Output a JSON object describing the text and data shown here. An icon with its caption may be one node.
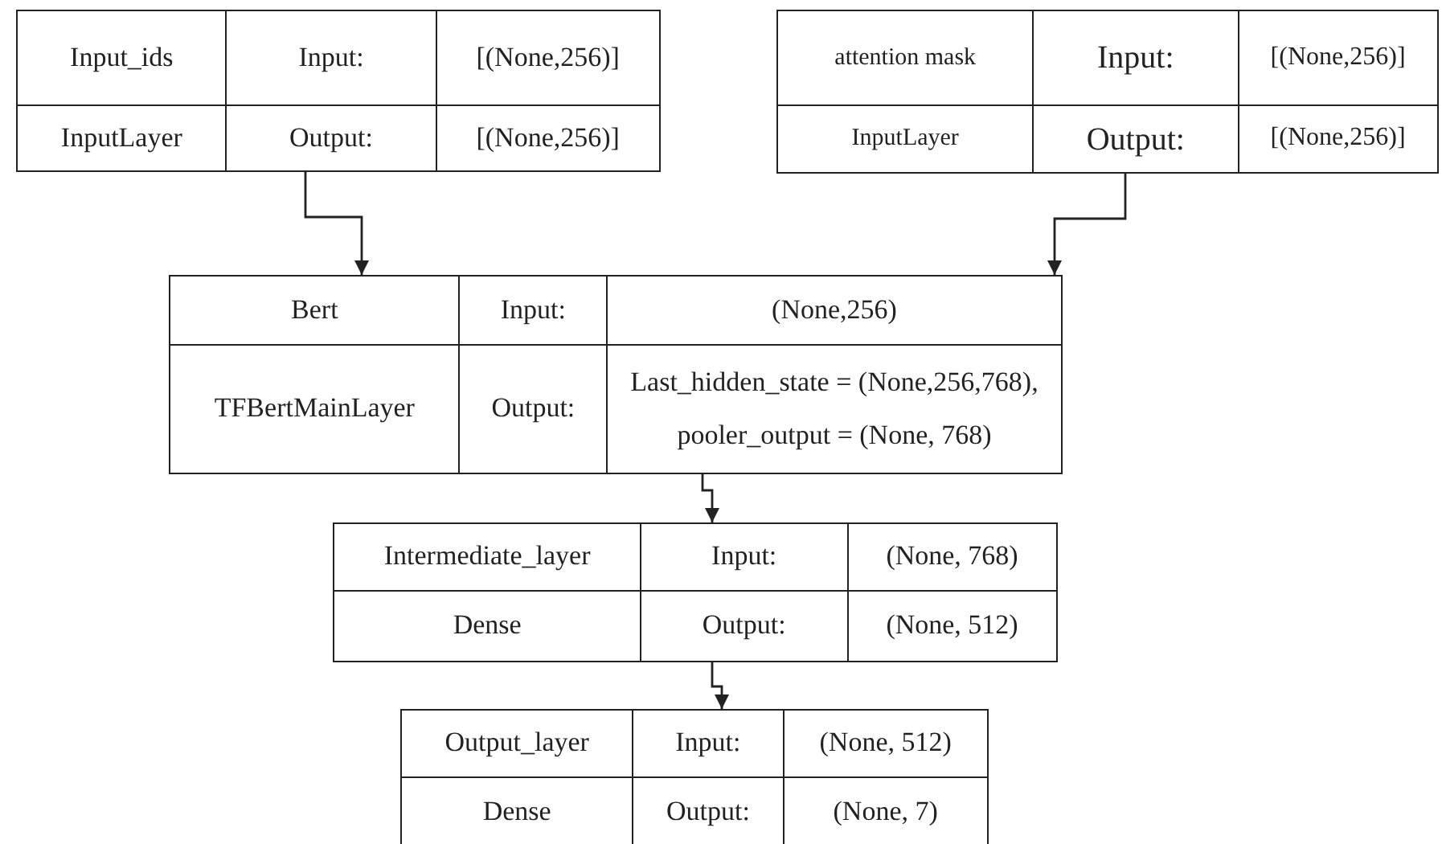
{
  "diagram": {
    "nodes": [
      {
        "text": [
          "Input_ids",
          "Input:",
          "[(None,256)]",
          "InputLayer",
          "Output:",
          "[(None,256)]"
        ]
      },
      {
        "text": [
          "attention mask",
          "Input:",
          "[(None,256)]",
          "InputLayer",
          "Output:",
          "[(None,256)]"
        ]
      },
      {
        "text": [
          "Bert",
          "Input:",
          "(None,256)",
          "TFBertMainLayer",
          "Output:",
          "Last_hidden_state = (None,256,768), pooler_output = (None, 768)"
        ]
      },
      {
        "text": [
          "Intermediate_layer",
          "Input:",
          "(None, 768)",
          "Dense",
          "Output:",
          "(None, 512)"
        ]
      },
      {
        "text": [
          "Output_layer",
          "Input:",
          "(None, 512)",
          "Dense",
          "Output:",
          "(None, 7)"
        ]
      }
    ],
    "edges": [
      {
        "from": 0,
        "to": 2,
        "arrow": "to"
      },
      {
        "from": 1,
        "to": 2,
        "arrow": "to"
      },
      {
        "from": 2,
        "to": 3,
        "arrow": "to"
      },
      {
        "from": 3,
        "to": 4,
        "arrow": "to"
      }
    ]
  }
}
